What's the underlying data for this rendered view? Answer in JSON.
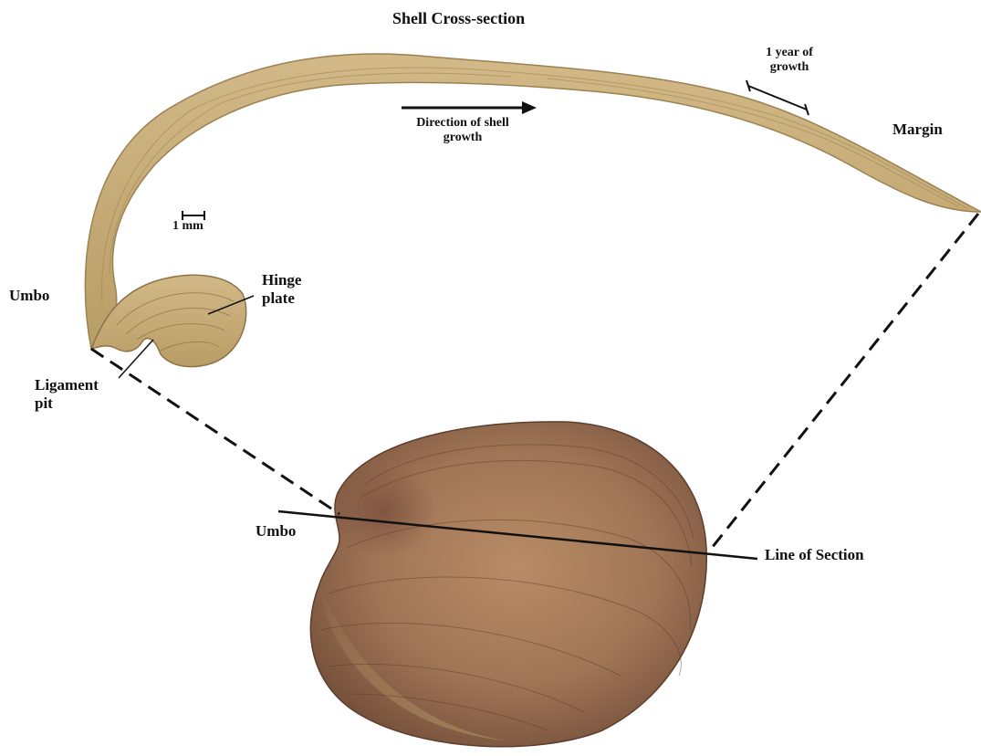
{
  "labels": {
    "title": "Shell Cross-section",
    "year_growth": "1 year of growth",
    "direction": "Direction of shell growth",
    "margin": "Margin",
    "scale": "1 mm",
    "umbo_section": "Umbo",
    "hinge_plate": "Hinge plate",
    "ligament_pit": "Ligament pit",
    "umbo_shell": "Umbo",
    "line_of_section": "Line of Section"
  },
  "colors": {
    "section_fill": "#c4a872",
    "section_dark": "#8b7447",
    "shell_light": "#c29a72",
    "shell_dark": "#6a4633",
    "ink": "#111111"
  }
}
